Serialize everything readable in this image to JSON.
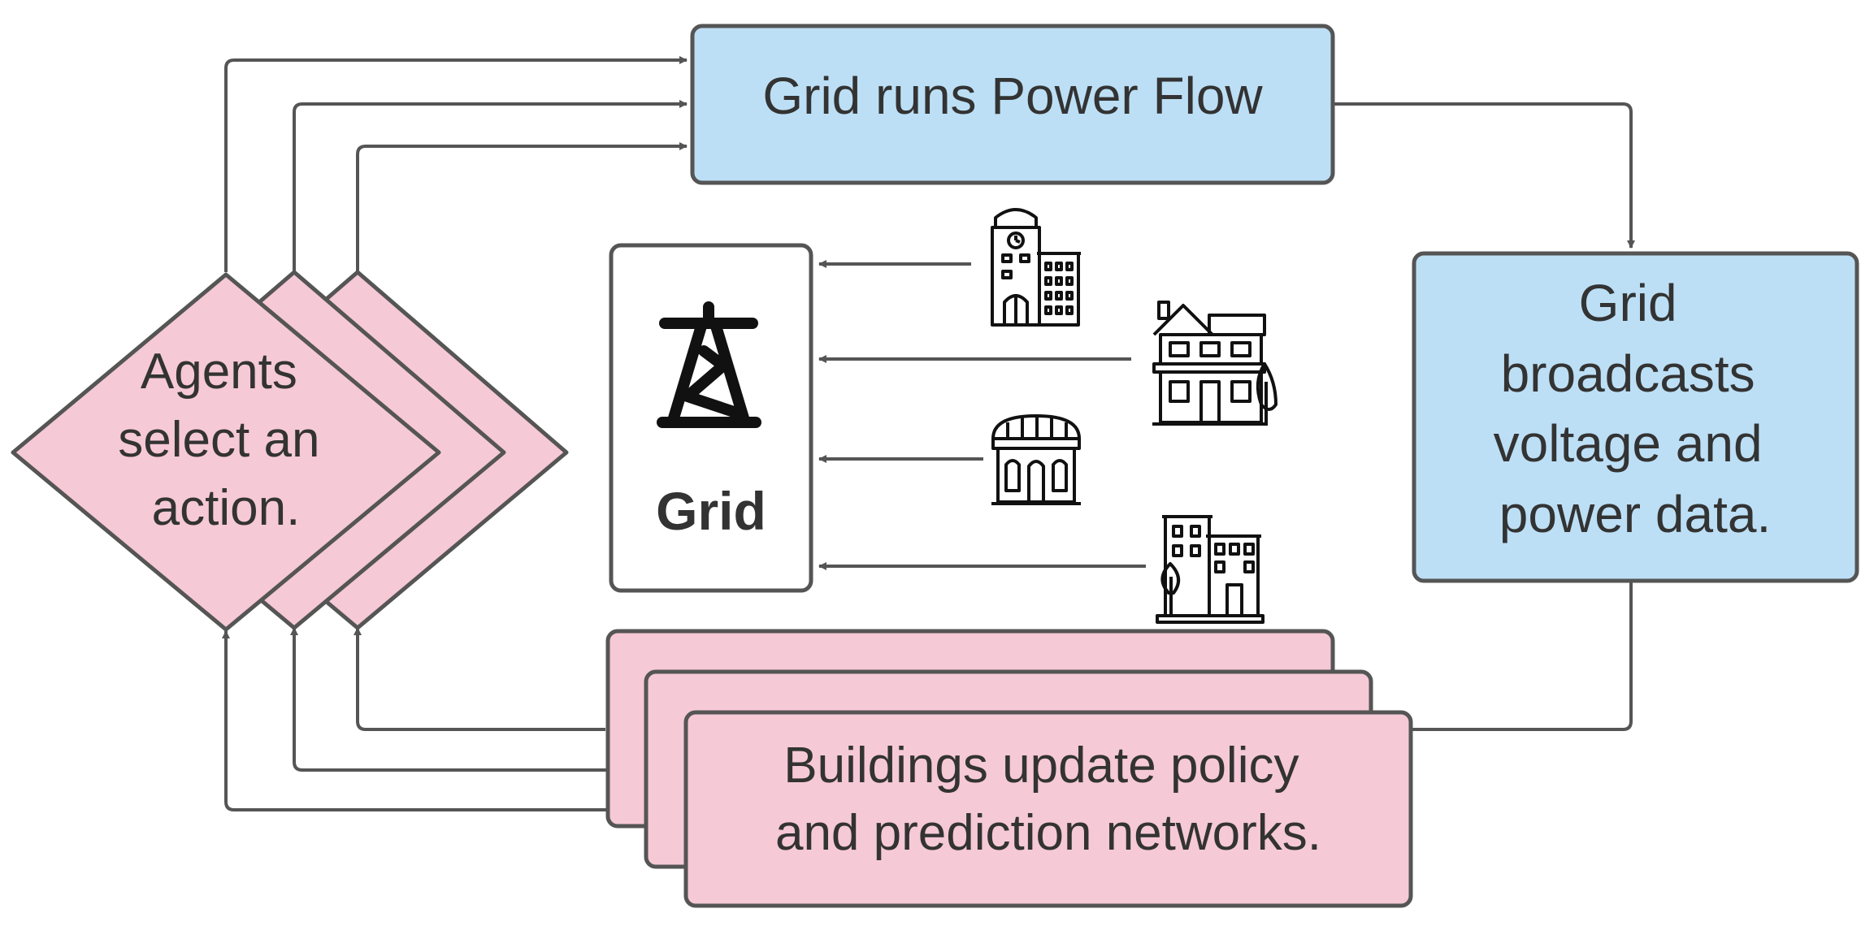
{
  "colors": {
    "blue_fill": "#bcdff5",
    "pink_fill": "#f6c9d7",
    "stroke": "#555555",
    "text": "#333333"
  },
  "nodes": {
    "power_flow": {
      "label": "Grid runs Power Flow"
    },
    "broadcast": {
      "lines": [
        "Grid",
        "broadcasts",
        "voltage and",
        "power data."
      ]
    },
    "agents": {
      "lines": [
        "Agents",
        "select an",
        "action."
      ]
    },
    "buildings": {
      "lines": [
        "Buildings update policy",
        "and prediction networks."
      ]
    },
    "grid": {
      "label": "Grid",
      "icon": "transmission-tower-icon"
    }
  },
  "building_icons": [
    "clock-tower-building-icon",
    "house-with-tree-icon",
    "shop-storefront-icon",
    "apartment-with-tree-icon"
  ]
}
